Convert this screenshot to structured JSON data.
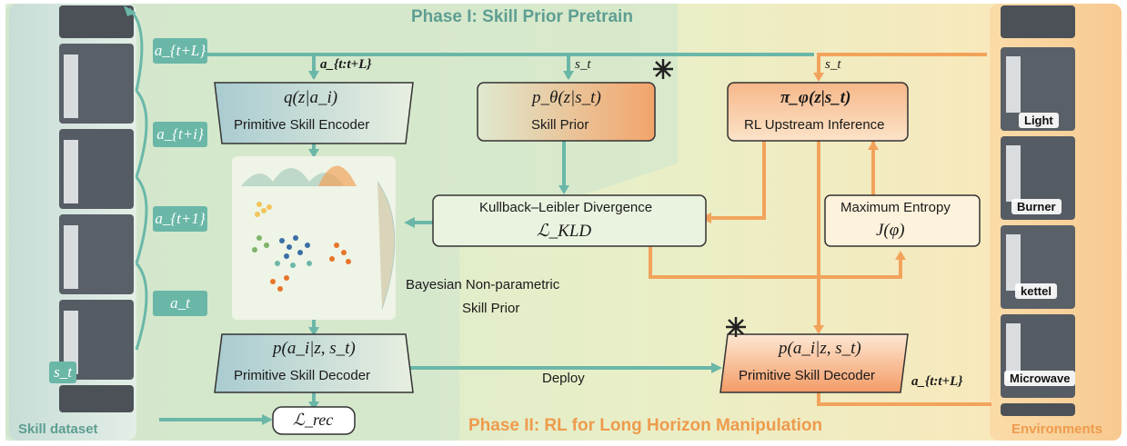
{
  "phase1_title": "Phase I: Skill Prior Pretrain",
  "phase2_title": "Phase II: RL for Long Horizon Manipulation",
  "left_label": "Skill dataset",
  "right_label": "Environments",
  "action_tags": [
    "a_{t+L}",
    "a_{t+i}",
    "a_{t+1}",
    "a_t"
  ],
  "state_tag": "s_t",
  "encoder": {
    "formula": "q(z|a_i)",
    "label": "Primitive Skill Encoder"
  },
  "skill_prior": {
    "formula": "p_θ(z|s_t)",
    "label": "Skill Prior"
  },
  "rl_policy": {
    "formula": "π_φ(z|s_t)",
    "label": "RL Upstream Inference"
  },
  "kld": {
    "label": "Kullback–Leibler Divergence",
    "formula": "ℒ_KLD"
  },
  "max_entropy": {
    "label": "Maximum Entropy",
    "formula": "J(φ)"
  },
  "decoder_left": {
    "formula": "p(a_i|z, s_t)",
    "label": "Primitive Skill Decoder"
  },
  "decoder_right": {
    "formula": "p(a_i|z, s_t)",
    "label": "Primitive Skill Decoder"
  },
  "rec_loss": "ℒ_rec",
  "bnp_label_line1": "Bayesian Non-parametric",
  "bnp_label_line2": "Skill Prior",
  "deploy_label": "Deploy",
  "arrow_labels": {
    "top_action_seq": "a_{t:t+L}",
    "top_state": "s_t",
    "right_state": "s_t",
    "bottom_action_seq": "a_{t:t+L}"
  },
  "env_tasks": [
    "Light",
    "Burner",
    "kettel",
    "Microwave"
  ],
  "colors": {
    "teal": "#6ab7a8",
    "orange": "#f2a35b",
    "phase1_bg": "#d6ead0",
    "phase2_bg": "#fbe6b4"
  }
}
